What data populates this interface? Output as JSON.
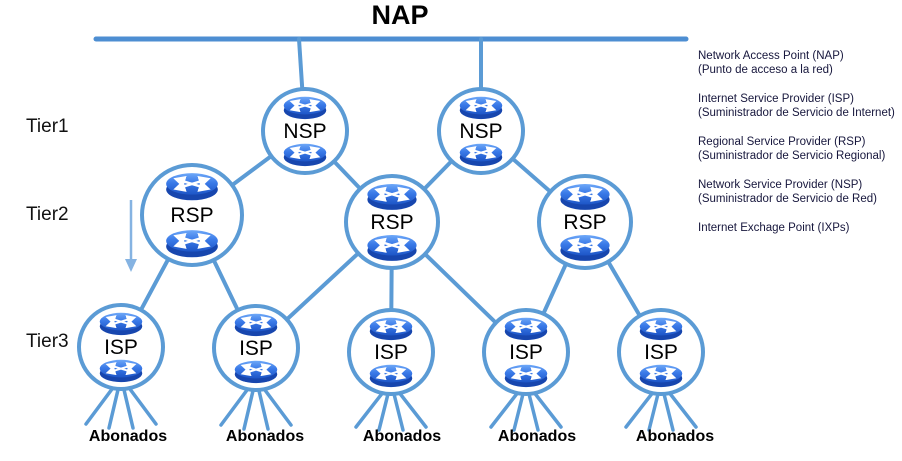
{
  "title": "NAP",
  "tier_labels": [
    "Tier1",
    "Tier2",
    "Tier3"
  ],
  "nodes": {
    "nsp": [
      {
        "label": "NSP"
      },
      {
        "label": "NSP"
      }
    ],
    "rsp": [
      {
        "label": "RSP"
      },
      {
        "label": "RSP"
      },
      {
        "label": "RSP"
      }
    ],
    "isp": [
      {
        "label": "ISP"
      },
      {
        "label": "ISP"
      },
      {
        "label": "ISP"
      },
      {
        "label": "ISP"
      },
      {
        "label": "ISP"
      }
    ]
  },
  "subscriber_labels": [
    "Abonados",
    "Abonados",
    "Abonados",
    "Abonados",
    "Abonados"
  ],
  "legend": {
    "items": [
      {
        "line1": "Network Access Point (NAP)",
        "line2": "(Punto de acceso a la red)"
      },
      {
        "line1": "Internet Service Provider (ISP)",
        "line2": "(Suministrador de Servicio de Internet)"
      },
      {
        "line1": "Regional Service Provider (RSP)",
        "line2": "(Suministrador de Servicio Regional)"
      },
      {
        "line1": "Network Service Provider (NSP)",
        "line2": "(Suministrador de Servicio de Red)"
      },
      {
        "line1": "Internet Exchage Point (IXPs)",
        "line2": ""
      }
    ]
  },
  "icons": {
    "router": "router-icon",
    "down_arrow": "down-arrow-icon"
  },
  "colors": {
    "connection_line": "#5b9bd5",
    "circle_border": "#5b9bd5",
    "backbone_bar": "#4d8ed2",
    "router_blue": "#2a63d4",
    "arrow": "#85b3e2",
    "legend_text": "#16163c"
  }
}
